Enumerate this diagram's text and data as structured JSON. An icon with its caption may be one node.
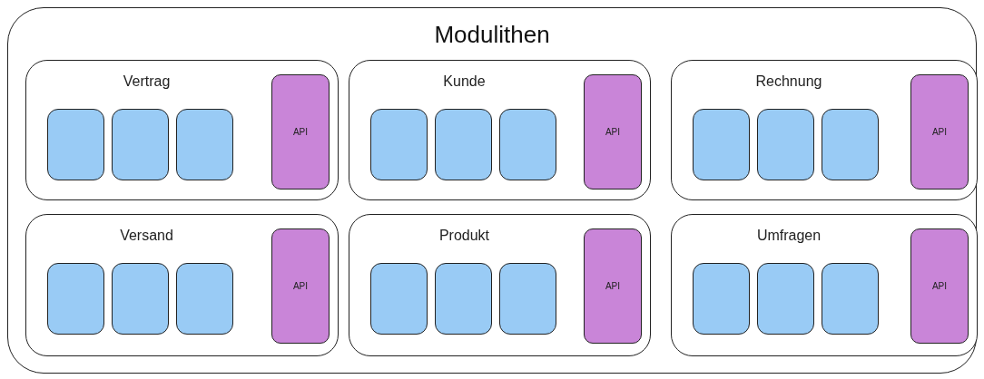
{
  "diagram": {
    "nodes": [
      {
        "text": [
          "Modulithen"
        ]
      },
      {
        "text": [
          "Vertrag"
        ],
        "in": 0
      },
      {
        "text": [],
        "shape": "box",
        "in": 1
      },
      {
        "text": [],
        "shape": "box",
        "in": 1
      },
      {
        "text": [],
        "shape": "box",
        "in": 1
      },
      {
        "text": [
          "API"
        ],
        "in": 1
      },
      {
        "text": [
          "Kunde"
        ],
        "in": 0
      },
      {
        "text": [],
        "shape": "box",
        "in": 6
      },
      {
        "text": [],
        "shape": "box",
        "in": 6
      },
      {
        "text": [],
        "shape": "box",
        "in": 6
      },
      {
        "text": [
          "API"
        ],
        "in": 6
      },
      {
        "text": [
          "Rechnung"
        ],
        "in": 0
      },
      {
        "text": [],
        "shape": "box",
        "in": 11
      },
      {
        "text": [],
        "shape": "box",
        "in": 11
      },
      {
        "text": [],
        "shape": "box",
        "in": 11
      },
      {
        "text": [
          "API"
        ],
        "in": 11
      },
      {
        "text": [
          "Versand"
        ],
        "in": 0
      },
      {
        "text": [],
        "shape": "box",
        "in": 16
      },
      {
        "text": [],
        "shape": "box",
        "in": 16
      },
      {
        "text": [],
        "shape": "box",
        "in": 16
      },
      {
        "text": [
          "API"
        ],
        "in": 16
      },
      {
        "text": [
          "Produkt"
        ],
        "in": 0
      },
      {
        "text": [],
        "shape": "box",
        "in": 21
      },
      {
        "text": [],
        "shape": "box",
        "in": 21
      },
      {
        "text": [],
        "shape": "box",
        "in": 21
      },
      {
        "text": [
          "API"
        ],
        "in": 21
      },
      {
        "text": [
          "Umfragen"
        ],
        "in": 0
      },
      {
        "text": [],
        "shape": "box",
        "in": 26
      },
      {
        "text": [],
        "shape": "box",
        "in": 26
      },
      {
        "text": [],
        "shape": "box",
        "in": 26
      },
      {
        "text": [
          "API"
        ],
        "in": 26
      }
    ]
  }
}
